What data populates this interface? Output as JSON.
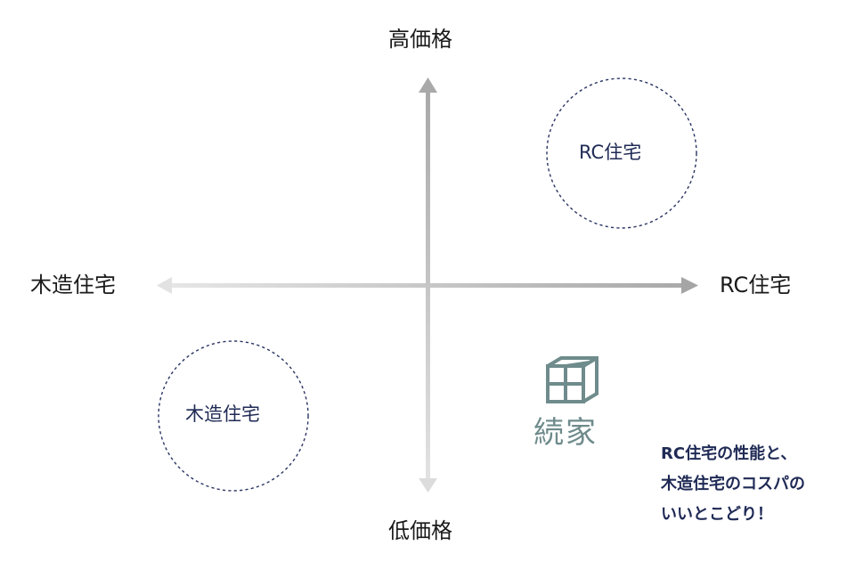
{
  "axes": {
    "top_label": "高価格",
    "bottom_label": "低価格",
    "left_label": "木造住宅",
    "right_label": "RC住宅"
  },
  "regions": {
    "upper_right": {
      "label": "RC住宅"
    },
    "lower_left": {
      "label": "木造住宅"
    }
  },
  "logo": {
    "text": "続家",
    "icon": "wireframe-cube-icon"
  },
  "tagline": {
    "lines": [
      "RC住宅の性能と、",
      "木造住宅のコスパの",
      "いいとこどり！"
    ]
  },
  "colors": {
    "axis_gray": "#b4b4b4",
    "circle_dash": "#2a3563",
    "navy_text": "#1f2a55",
    "logo_teal": "#6f8b8c"
  }
}
